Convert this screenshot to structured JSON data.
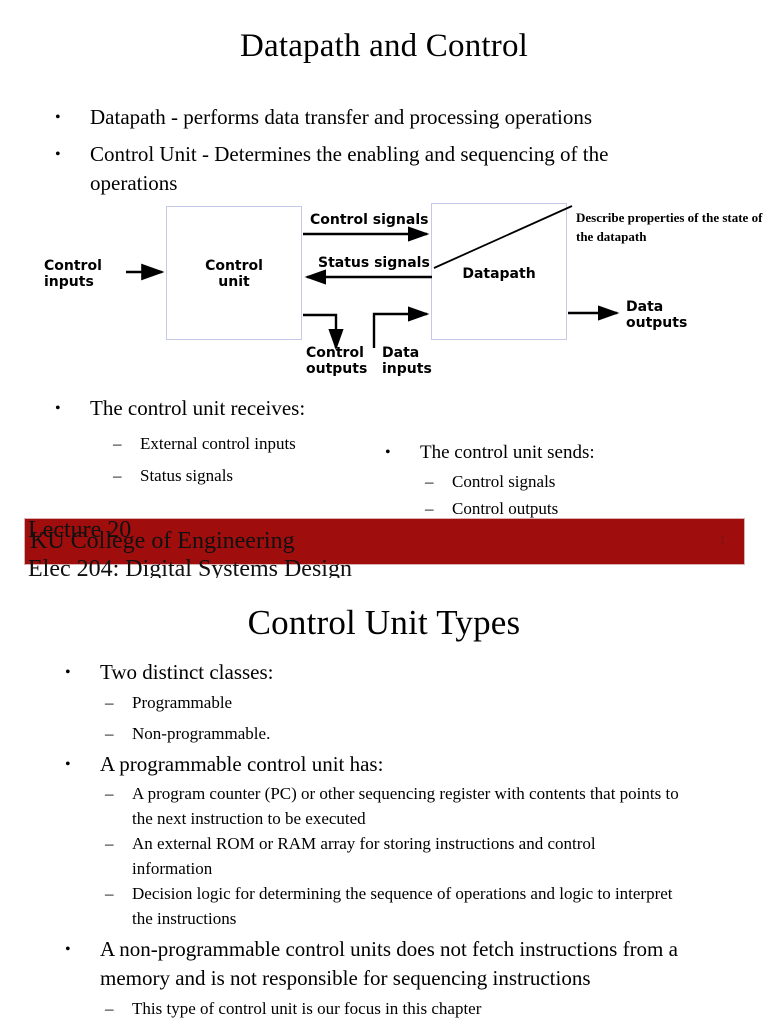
{
  "document": {
    "type": "lecture-slides",
    "slide_count_visible": 2
  },
  "slide1": {
    "title": "Datapath and Control",
    "bullets": [
      "Datapath - performs data transfer and processing operations",
      "Control Unit - Determines the enabling and sequencing of the operations"
    ],
    "diagram": {
      "boxes": [
        {
          "label": "Control\nunit"
        },
        {
          "label": "Datapath"
        }
      ],
      "arrow_labels": {
        "control_inputs": "Control\ninputs",
        "control_signals": "Control signals",
        "status_signals": "Status signals",
        "control_outputs": "Control\noutputs",
        "data_inputs": "Data\ninputs",
        "data_outputs": "Data\noutputs"
      },
      "annotation": "Describe properties of\nthe state of the datapath",
      "box_border_color": "#c6c9e8"
    },
    "left_column": {
      "heading": "The control unit receives:",
      "items": [
        "External control inputs",
        "Status signals"
      ]
    },
    "right_column": {
      "heading": "The control unit sends:",
      "items": [
        "Control signals",
        "Control outputs"
      ]
    },
    "footer": {
      "lecture": "Lecture 20",
      "college": "KU College of Engineering",
      "course": "Elec 204: Digital Systems Design",
      "page_number": "1",
      "bar_color": "#a00d0d"
    }
  },
  "slide2": {
    "title": "Control Unit Types",
    "bullets": [
      {
        "text": "Two distinct classes:",
        "sub": [
          "Programmable",
          "Non-programmable."
        ]
      },
      {
        "text": "A programmable control unit has:",
        "sub": [
          "A program counter (PC) or other sequencing register with contents that points to the next instruction to be executed",
          "An external ROM or RAM array for storing instructions and control information",
          "Decision logic for determining the sequence of operations and logic to interpret the instructions"
        ]
      },
      {
        "text": "A non-programmable control units does not fetch instructions from a memory and is not responsible for sequencing instructions",
        "sub": [
          "This type of control unit is our focus in this chapter"
        ]
      }
    ]
  },
  "glyphs": {
    "bullet": "•",
    "dash": "–"
  }
}
